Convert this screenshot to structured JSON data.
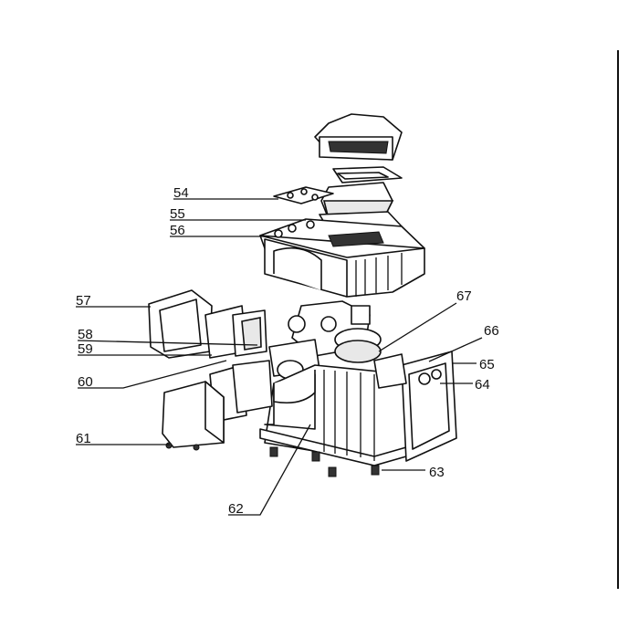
{
  "diagram": {
    "type": "exploded-assembly-view",
    "part_labels": {
      "p54": "54",
      "p55": "55",
      "p56": "56",
      "p57": "57",
      "p58": "58",
      "p59": "59",
      "p60": "60",
      "p61": "61",
      "p62": "62",
      "p63": "63",
      "p64": "64",
      "p65": "65",
      "p66": "66",
      "p67": "67"
    },
    "colors": {
      "ink": "#111111",
      "paper": "#ffffff"
    }
  }
}
